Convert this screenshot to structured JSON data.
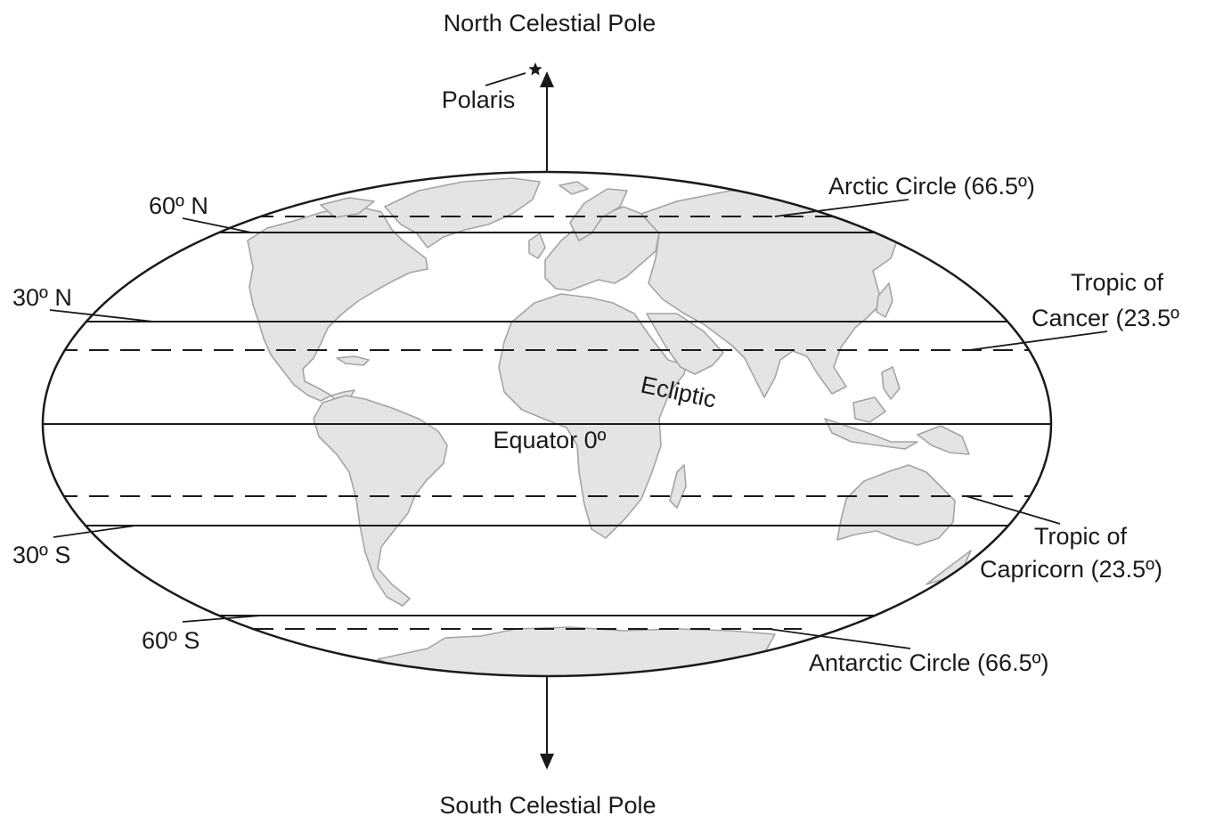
{
  "poles": {
    "north": "North Celestial Pole",
    "south": "South Celestial Pole",
    "star": "Polaris"
  },
  "latitudes": {
    "n60": "60º N",
    "n30": "30º N",
    "s30": "30º S",
    "s60": "60º S",
    "equator": "Equator 0º"
  },
  "circles": {
    "arctic": "Arctic Circle (66.5º)",
    "antarctic": "Antarctic Circle (66.5º)",
    "cancer_line1": "Tropic of",
    "cancer_line2": "Cancer (23.5º",
    "capricorn_line1": "Tropic of",
    "capricorn_line2": "Capricorn (23.5º)"
  },
  "ecliptic": "Ecliptic",
  "colors": {
    "land": "#e3e4e6",
    "coast": "#a3a4a6",
    "ink": "#1a1a1a"
  }
}
